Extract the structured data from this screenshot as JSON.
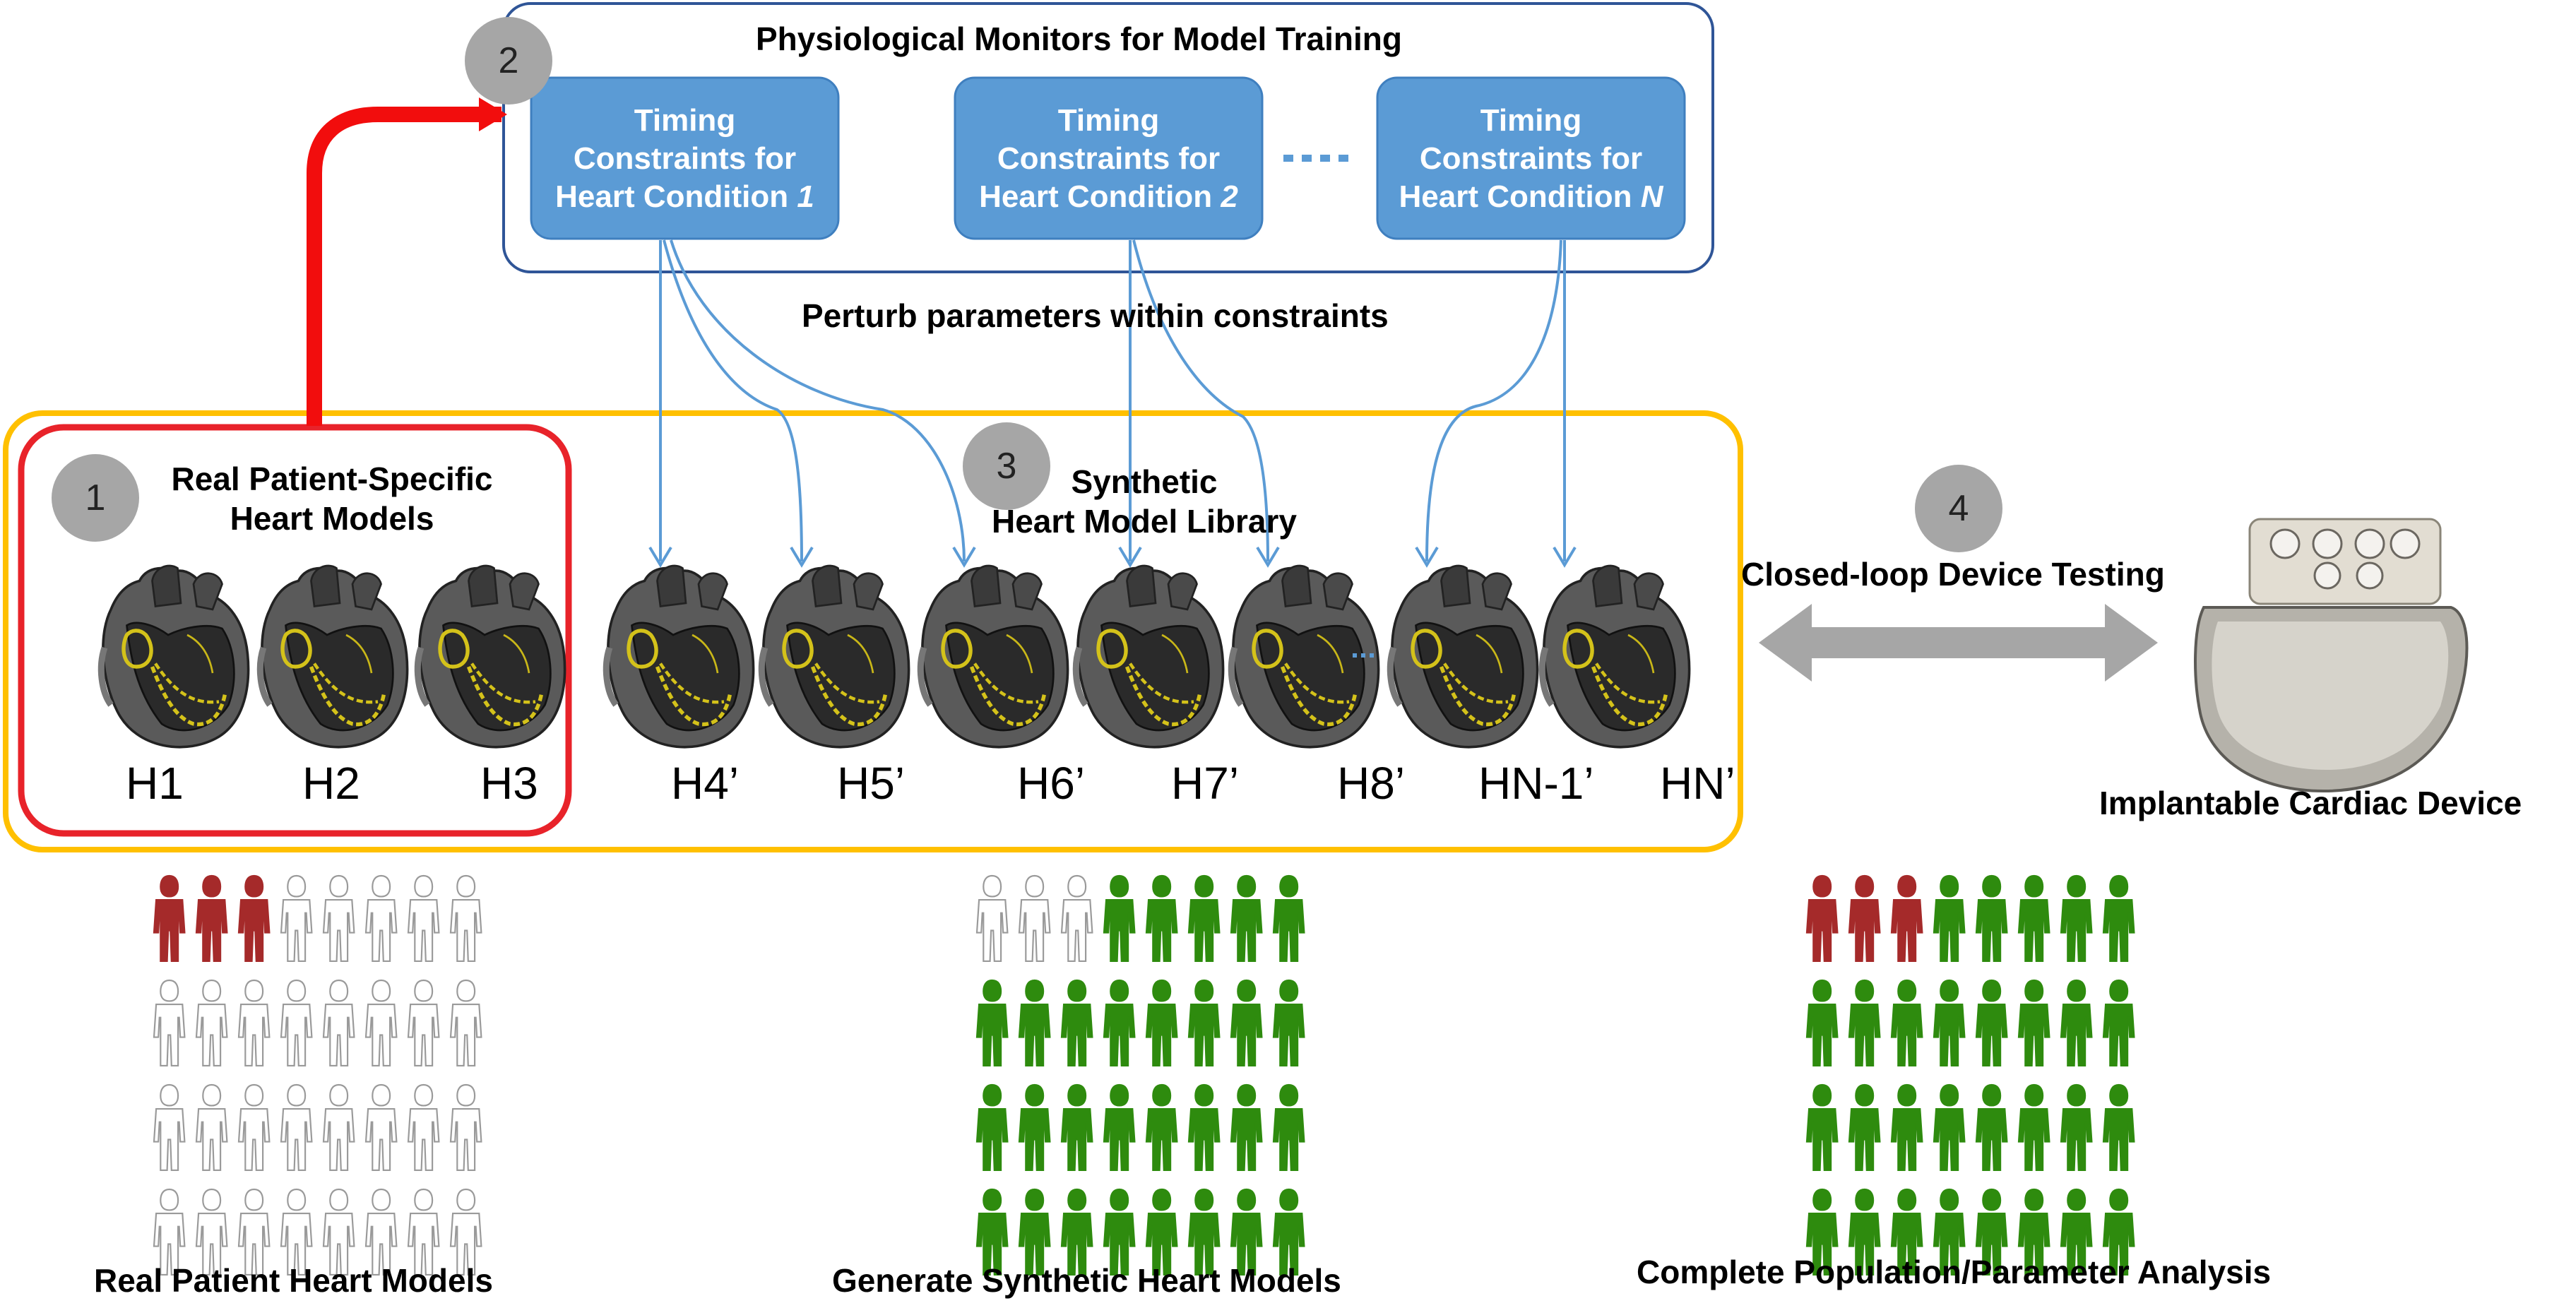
{
  "title_top": "Physiological Monitors for Model Training",
  "steps": [
    "1",
    "2",
    "3",
    "4"
  ],
  "constraints": [
    {
      "line1": "Timing",
      "line2": "Constraints for",
      "line3_prefix": "Heart Condition ",
      "line3_italic": "1"
    },
    {
      "line1": "Timing",
      "line2": "Constraints for",
      "line3_prefix": "Heart Condition ",
      "line3_italic": "2"
    },
    {
      "line1": "Timing",
      "line2": "Constraints for",
      "line3_prefix": "Heart Condition ",
      "line3_italic": "N"
    }
  ],
  "perturb_label": "Perturb parameters within constraints",
  "real_group_label": {
    "line1": "Real Patient-Specific",
    "line2": "Heart Models"
  },
  "synthetic_group_label": {
    "line1": "Synthetic",
    "line2": "Heart Model Library"
  },
  "heart_labels": [
    "H1",
    "H2",
    "H3",
    "H4’",
    "H5’",
    "H6’",
    "H7’",
    "H8’",
    "HN-1’",
    "HN’"
  ],
  "device_testing_label": "Closed-loop Device Testing",
  "device_label": "Implantable Cardiac Device",
  "population_panels": [
    {
      "caption": "Real Patient Heart Models",
      "red_count": 3,
      "green_count": 0
    },
    {
      "caption": "Generate Synthetic Heart Models",
      "red_count": 0,
      "green_count": 29
    },
    {
      "caption": "Complete Population/Parameter Analysis",
      "red_count": 3,
      "green_count": 29
    }
  ],
  "colors": {
    "constraint_box": "#5b9bd5",
    "monitor_border": "#2f5597",
    "library_border": "#ffc000",
    "real_border": "#e8232a",
    "red_arrow": "#f20d0d",
    "blue_arrow": "#5b9bd5",
    "gray_circle": "#a6a6a6",
    "figure_red": "#a52a2a",
    "figure_green": "#2e8b0e",
    "figure_outline": "#9a9a9a"
  }
}
